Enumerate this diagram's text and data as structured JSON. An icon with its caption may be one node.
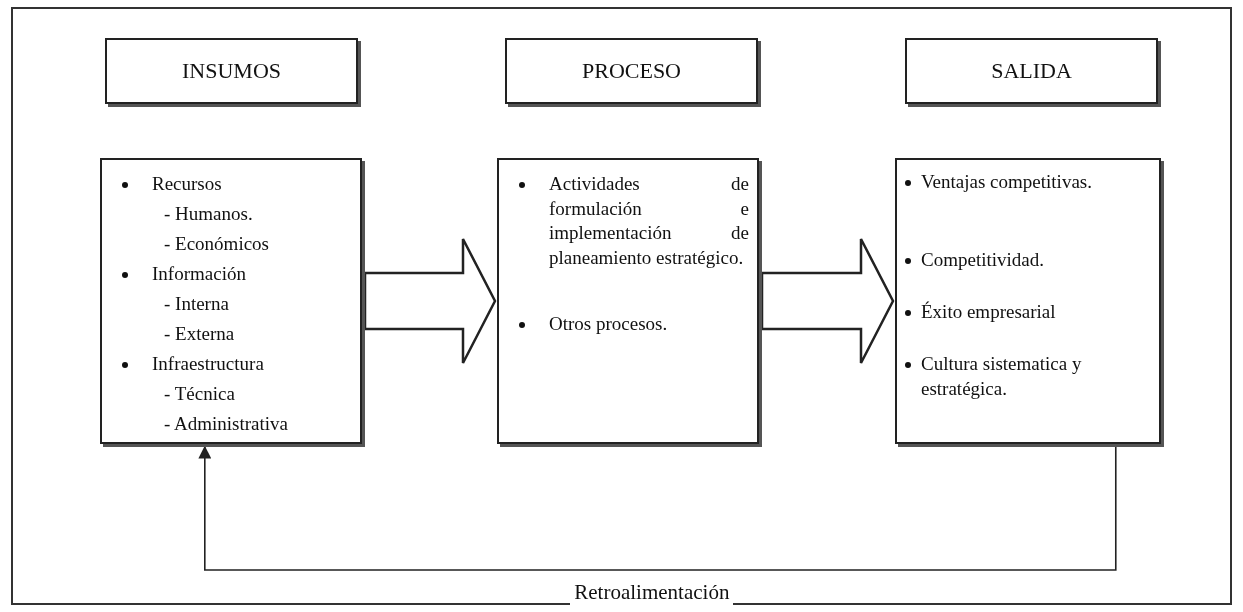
{
  "diagram": {
    "nodes": [
      {
        "text": [
          "INSUMOS"
        ]
      },
      {
        "text": [
          "PROCESO"
        ]
      },
      {
        "text": [
          "SALIDA"
        ]
      },
      {
        "text": [
          "Recursos",
          "- Humanos.",
          "- Económicos",
          "Información",
          "- Interna",
          "- Externa",
          "Infraestructura",
          "- Técnica",
          "- Administrativa"
        ]
      },
      {
        "text": [
          "Actividades de formulación e implementación de planeamiento estratégico.",
          "Otros procesos."
        ]
      },
      {
        "text": [
          "Ventajas competitivas.",
          "Competitividad.",
          "Éxito empresarial",
          "Cultura sistematica y estratégica."
        ]
      }
    ],
    "edges": [
      {
        "from": 3,
        "to": 4,
        "arrow": "to",
        "style": "thick"
      },
      {
        "from": 4,
        "to": 5,
        "arrow": "to",
        "style": "thick"
      },
      {
        "from": 5,
        "to": 3,
        "arrow": "to",
        "label": "Retroalimentación"
      }
    ]
  }
}
